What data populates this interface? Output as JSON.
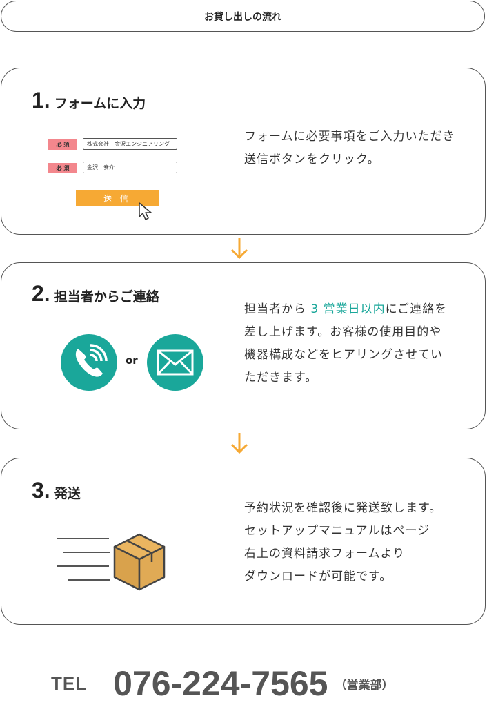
{
  "header": {
    "title": "お貸し出しの流れ"
  },
  "steps": [
    {
      "num": "1.",
      "label": "フォームに入力",
      "desc": [
        "フォームに必要事項をご入力いただき",
        "送信ボタンをクリック。"
      ],
      "form": {
        "required_label": "必 須",
        "field1_value": "株式会社　金沢エンジニアリング",
        "field2_value": "金沢　奏介",
        "send_label": "送 信"
      }
    },
    {
      "num": "2.",
      "label": "担当者からご連絡",
      "desc_line1_pre": "担当者から",
      "desc_line1_accent": " 3 営業日以内",
      "desc_line1_post": "にご連絡を",
      "desc": [
        "差し上げます。お客様の使用目的や",
        "機器構成などをヒアリングさせてい",
        "ただきます。"
      ],
      "or_text": "or"
    },
    {
      "num": "3.",
      "label": "発送",
      "desc": [
        "予約状況を確認後に発送致します。",
        "セットアップマニュアルはページ",
        "右上の資料請求フォームより",
        "ダウンロードが可能です。"
      ]
    }
  ],
  "contact": {
    "tel_label": "TEL",
    "tel_number": "076-224-7565",
    "department": "（営業部）"
  },
  "colors": {
    "accent": "#1aa79a",
    "orange": "#f6a934",
    "required": "#f3878d"
  },
  "icons": [
    "phone-icon",
    "mail-icon",
    "box-icon",
    "cursor-icon",
    "arrow-down-icon"
  ]
}
